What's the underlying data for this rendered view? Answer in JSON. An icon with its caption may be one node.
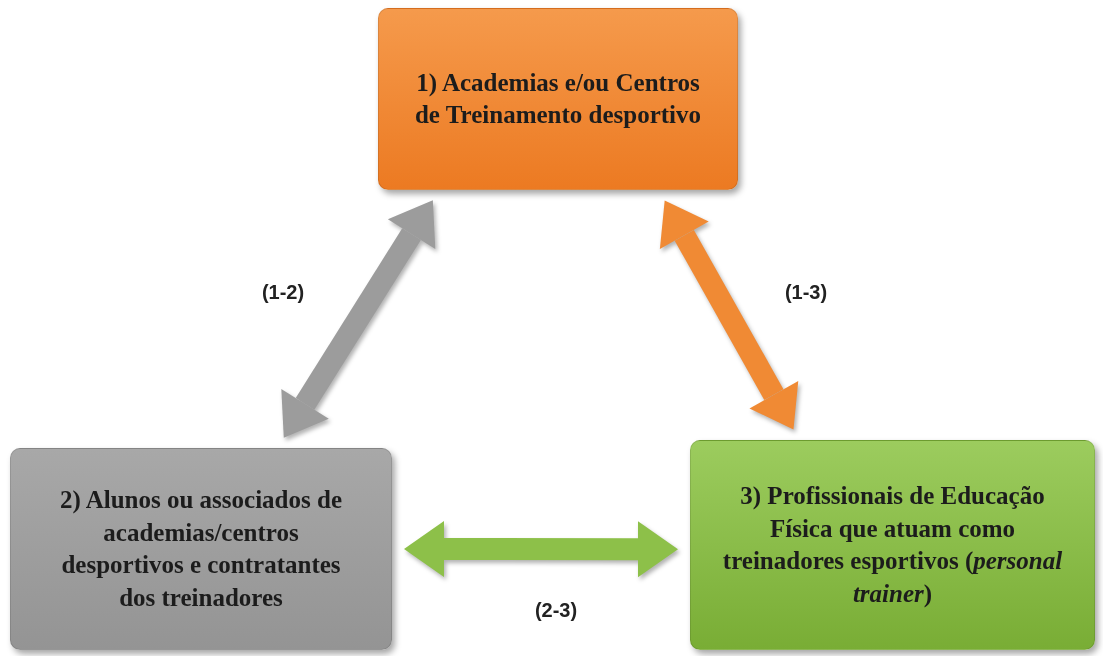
{
  "diagram": {
    "nodes": [
      {
        "text": [
          "1) Academias e/ou Centros de Treinamento desportivo"
        ]
      },
      {
        "text": [
          "2) Alunos ou associados de academias/centros desportivos e contratantes dos treinadores"
        ]
      },
      {
        "text": [
          "3) Profissionais de Educação Física que atuam como treinadores esportivos (*personal trainer*)"
        ]
      }
    ],
    "edges": [
      {
        "from": 0,
        "to": 1,
        "arrow": "both",
        "label": "(1-2)",
        "color": "#9c9c9c"
      },
      {
        "from": 0,
        "to": 2,
        "arrow": "both",
        "label": "(1-3)",
        "color": "#f08a34"
      },
      {
        "from": 1,
        "to": 2,
        "arrow": "both",
        "label": "(2-3)",
        "color": "#8dc049"
      }
    ]
  }
}
